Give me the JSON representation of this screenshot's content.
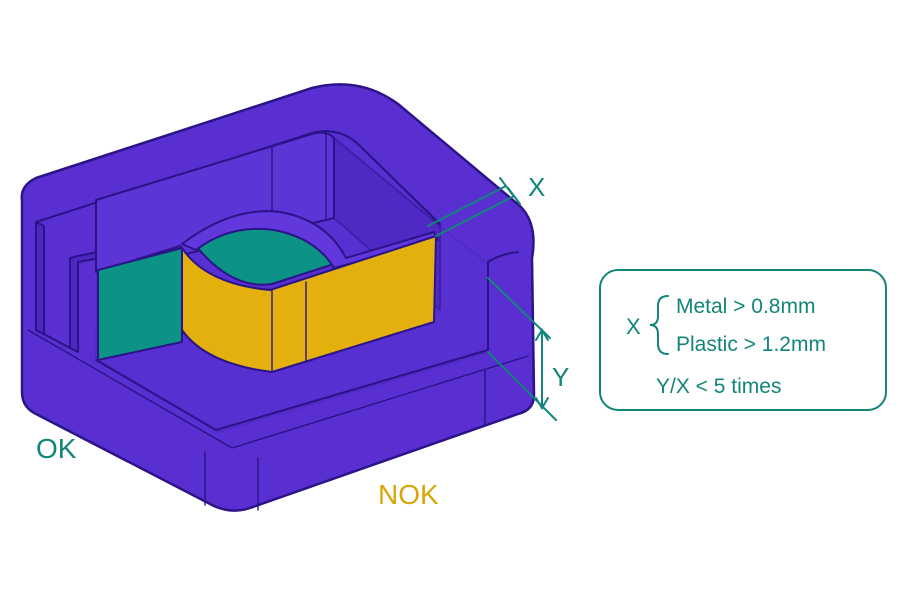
{
  "colors": {
    "body_purple": "#5a2fd2",
    "outline_dark": "#2a1488",
    "wall_gold": "#e3b00d",
    "wall_teal": "#0d9286",
    "accent_teal": "#12857a",
    "label_gold": "#d7a708"
  },
  "labels": {
    "ok": "OK",
    "nok": "NOK",
    "x_marker": "X",
    "y_marker": "Y"
  },
  "spec_box": {
    "x_symbol": "X",
    "metal_line": "Metal > 0.8mm",
    "plastic_line": "Plastic > 1.2mm",
    "ratio_line": "Y/X < 5 times"
  }
}
